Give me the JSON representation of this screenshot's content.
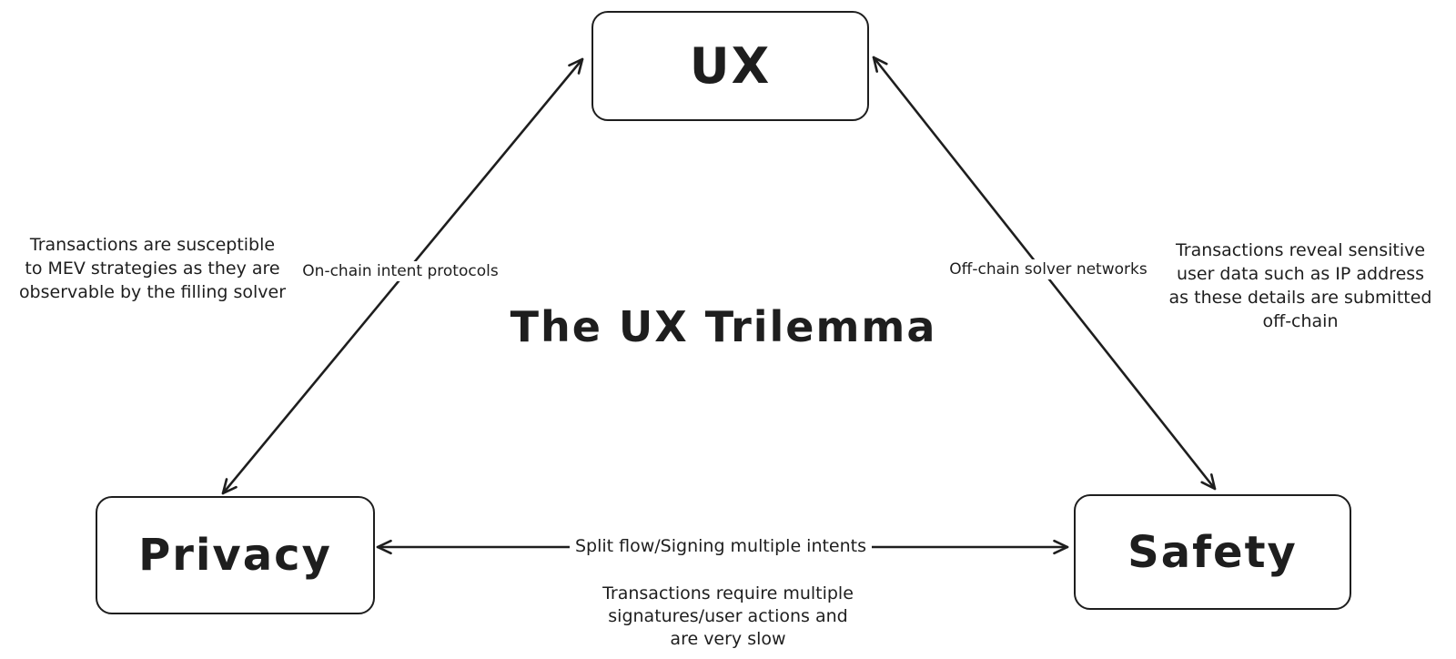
{
  "diagram": {
    "title": "The UX Trilemma",
    "colors": {
      "stroke": "#1e1e1e",
      "background": "#ffffff"
    },
    "nodes": {
      "ux": {
        "label": "UX"
      },
      "privacy": {
        "label": "Privacy"
      },
      "safety": {
        "label": "Safety"
      }
    },
    "edges": {
      "privacy_ux": {
        "label": "On-chain intent protocols"
      },
      "ux_safety": {
        "label": "Off-chain solver networks"
      },
      "privacy_safety": {
        "label": "Split flow/Signing multiple intents"
      }
    },
    "annotations": {
      "privacy_note": "Transactions are susceptible\nto MEV strategies as they are\nobservable by the filling solver",
      "safety_note": "Transactions reveal sensitive\nuser data such as IP address\nas these details are submitted\noff-chain",
      "bottom_note": "Transactions require multiple\nsignatures/user actions and\nare very slow"
    }
  }
}
